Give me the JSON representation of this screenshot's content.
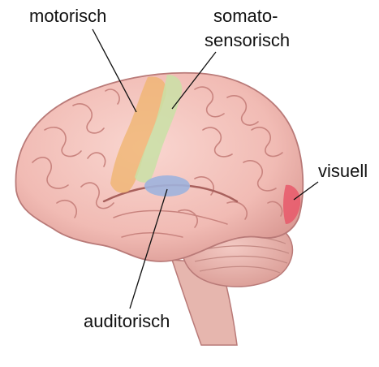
{
  "labels": {
    "motor": "motorisch",
    "somato_line1": "somato-",
    "somato_line2": "sensorisch",
    "visual": "visuell",
    "auditory": "auditorisch"
  },
  "colors": {
    "brain_fill": "#f4c4bd",
    "brain_stroke": "#b97a78",
    "motor_area": "#f0b570",
    "somatosensory_area": "#c9e0a6",
    "auditory_area": "#9fb3dd",
    "visual_area": "#e8586a",
    "cerebellum": "#e9b3ad",
    "brainstem": "#e7b8b1"
  }
}
